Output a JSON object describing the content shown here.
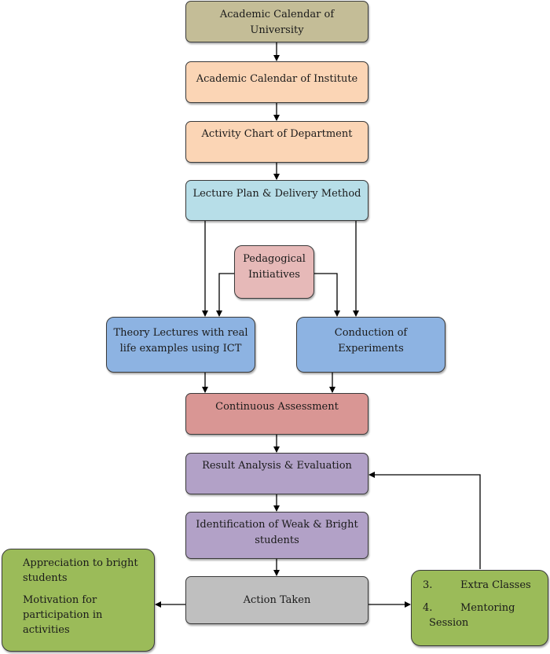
{
  "colors": {
    "university": "#c4bd97",
    "institute": "#fbd5b5",
    "department": "#fbd5b5",
    "lecture_plan": "#b7dee8",
    "pedagogical": "#e6b9b8",
    "theory": "#8db3e2",
    "experiments": "#8db3e2",
    "assessment": "#d99694",
    "result": "#b2a1c7",
    "identification": "#b2a1c7",
    "action": "#bfbfbf",
    "side_boxes": "#9bbb59"
  },
  "nodes": {
    "university": "Academic Calendar of University",
    "institute": "Academic Calendar of Institute",
    "department": "Activity Chart of Department",
    "lecture_plan": "Lecture Plan & Delivery Method",
    "pedagogical_l1": "Pedagogical",
    "pedagogical_l2": "Initiatives",
    "theory_l1": "Theory Lectures with real",
    "theory_l2": "life examples using ICT",
    "experiments_l1": "Conduction of",
    "experiments_l2": "Experiments",
    "assessment": "Continuous Assessment",
    "result": "Result Analysis & Evaluation",
    "identification_l1": "Identification of Weak & Bright",
    "identification_l2": "students",
    "action": "Action Taken"
  },
  "left_box": {
    "line1": "Appreciation to bright",
    "line2": "students",
    "line3": "Motivation for",
    "line4": "participation in",
    "line5": "activities"
  },
  "right_box": {
    "item1_num": "3.",
    "item1_text": "Extra Classes",
    "item2_num": "4.",
    "item2_text": "Mentoring",
    "item2_cont": "Session"
  }
}
